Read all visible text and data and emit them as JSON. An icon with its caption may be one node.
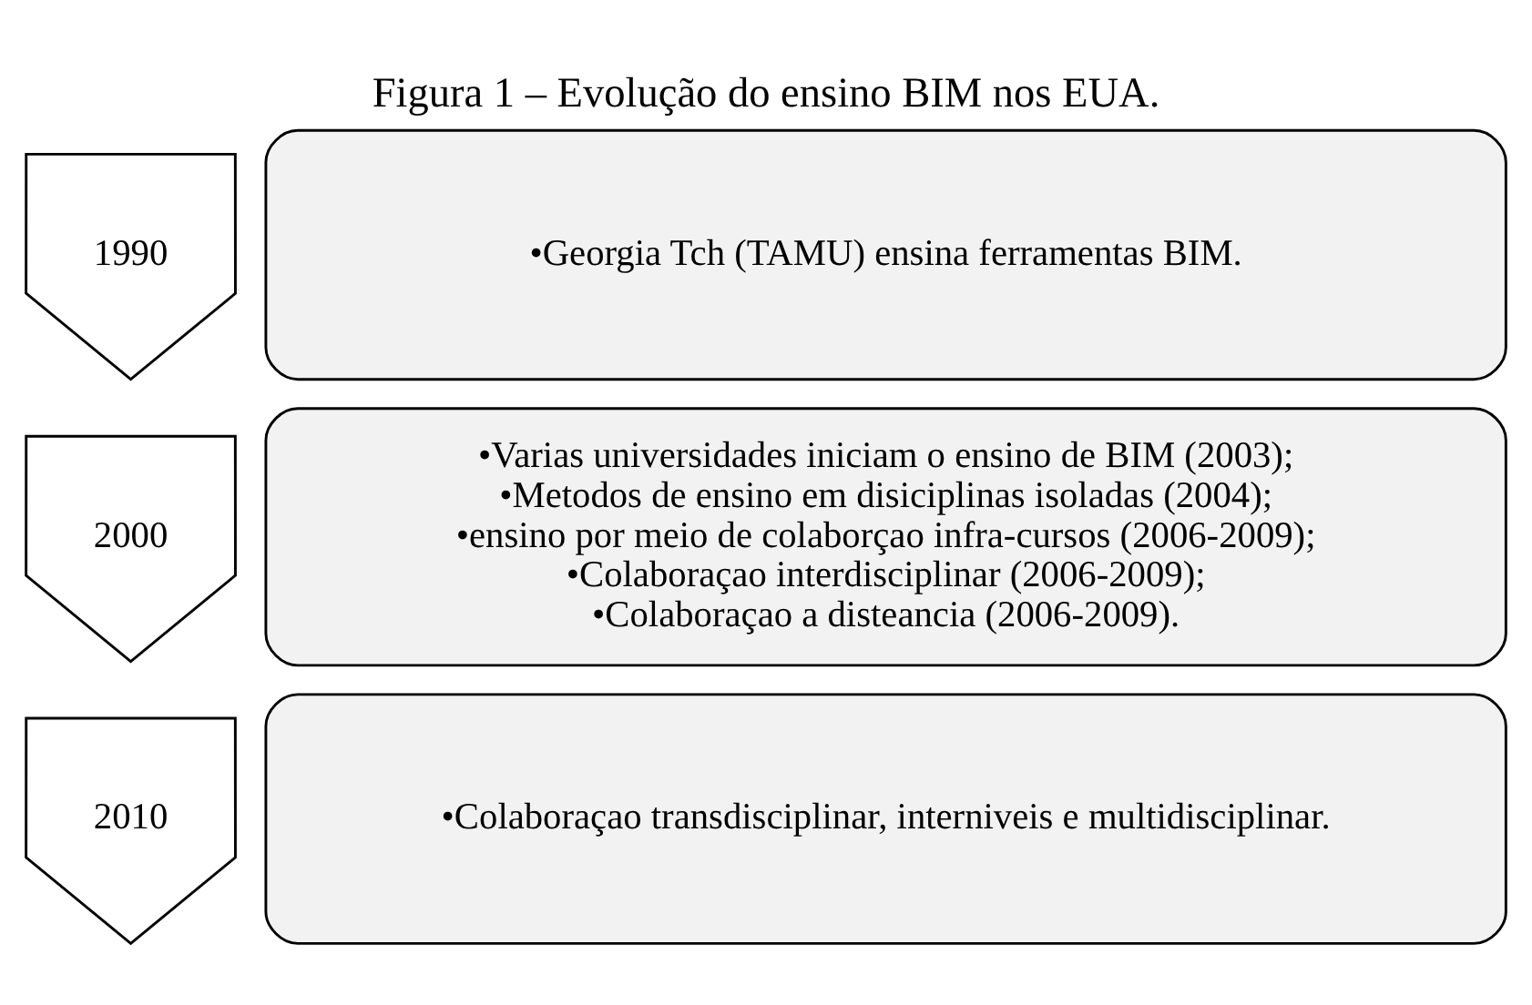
{
  "diagram": {
    "title": "Figura 1 – Evolução do ensino BIM nos EUA.",
    "nodes": [
      {
        "text": [
          "1990"
        ]
      },
      {
        "text": [
          "•Georgia Tch (TAMU) ensina ferramentas BIM."
        ]
      },
      {
        "text": [
          "2000"
        ]
      },
      {
        "text": [
          "•Varias universidades iniciam o ensino de BIM (2003);",
          "•Metodos de ensino em disiciplinas isoladas (2004);",
          "•ensino por meio de colaborçao infra-cursos (2006-2009);",
          "•Colaboraçao interdisciplinar (2006-2009);",
          "•Colaboraçao a disteancia (2006-2009)."
        ]
      },
      {
        "text": [
          "2010"
        ]
      },
      {
        "text": [
          "•Colaboraçao transdisciplinar, interniveis e multidisciplinar."
        ]
      }
    ]
  }
}
